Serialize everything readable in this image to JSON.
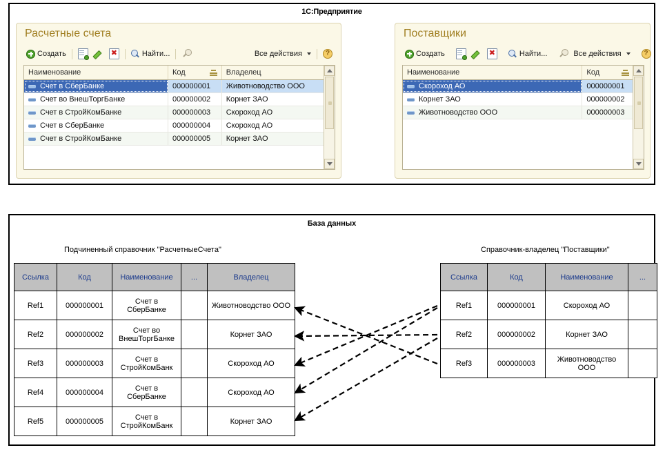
{
  "top_window": {
    "title": "1С:Предприятие",
    "panels": [
      {
        "id": "accounts",
        "title": "Расчетные счета",
        "toolbar": {
          "create_label": "Создать",
          "copy_icon": "copy-icon",
          "edit_icon": "pencil-icon",
          "delete_icon": "delete-icon",
          "find_label": "Найти...",
          "cancel_find_icon": "cancel-find-icon",
          "all_actions_label": "Все действия",
          "help_label": "?"
        },
        "columns": [
          "Наименование",
          "Код",
          "Владелец"
        ],
        "rows": [
          {
            "name": "Счет в СберБанке",
            "code": "000000001",
            "owner": "Животноводство ООО",
            "selected": true
          },
          {
            "name": "Счет во ВнешТоргБанке",
            "code": "000000002",
            "owner": "Корнет ЗАО",
            "selected": false
          },
          {
            "name": "Счет в СтройКомБанке",
            "code": "000000003",
            "owner": "Скороход АО",
            "selected": false
          },
          {
            "name": "Счет в СберБанке",
            "code": "000000004",
            "owner": "Скороход АО",
            "selected": false
          },
          {
            "name": "Счет в СтройКомБанке",
            "code": "000000005",
            "owner": "Корнет ЗАО",
            "selected": false
          }
        ]
      },
      {
        "id": "suppliers",
        "title": "Поставщики",
        "toolbar": {
          "create_label": "Создать",
          "copy_icon": "copy-icon",
          "edit_icon": "pencil-icon",
          "delete_icon": "delete-icon",
          "find_label": "Найти...",
          "cancel_find_icon": "cancel-find-icon",
          "all_actions_label": "Все действия",
          "help_label": "?"
        },
        "columns": [
          "Наименование",
          "Код"
        ],
        "rows": [
          {
            "name": "Скороход АО",
            "code": "000000001",
            "selected": true
          },
          {
            "name": "Корнет ЗАО",
            "code": "000000002",
            "selected": false
          },
          {
            "name": "Животноводство ООО",
            "code": "000000003",
            "selected": false
          }
        ]
      }
    ]
  },
  "db_window": {
    "title": "База данных",
    "left_caption": "Подчиненный справочник \"РасчетныеСчета\"",
    "right_caption": "Справочник-владелец \"Поставщики\"",
    "left_table": {
      "headers": [
        "Ссылка",
        "Код",
        "Наименование",
        "...",
        "Владелец"
      ],
      "highlight_header_index": 4,
      "highlight_color": "#fb9a74",
      "header_bg": "#c0c0c0",
      "rows": [
        {
          "ref": "Ref1",
          "code": "000000001",
          "name": "Счет в СберБанке",
          "dots": "",
          "owner": "Животноводство ООО"
        },
        {
          "ref": "Ref2",
          "code": "000000002",
          "name": "Счет во ВнешТоргБанке",
          "dots": "",
          "owner": "Корнет ЗАО"
        },
        {
          "ref": "Ref3",
          "code": "000000003",
          "name": "Счет в СтройКомБанк",
          "dots": "",
          "owner": "Скороход АО"
        },
        {
          "ref": "Ref4",
          "code": "000000004",
          "name": "Счет в СберБанке",
          "dots": "",
          "owner": "Скороход АО"
        },
        {
          "ref": "Ref5",
          "code": "000000005",
          "name": "Счет в СтройКомБанк",
          "dots": "",
          "owner": "Корнет ЗАО"
        }
      ]
    },
    "right_table": {
      "headers": [
        "Ссылка",
        "Код",
        "Наименование",
        "..."
      ],
      "header_bg": "#c0c0c0",
      "rows": [
        {
          "ref": "Ref1",
          "code": "000000001",
          "name": "Скороход АО",
          "dots": ""
        },
        {
          "ref": "Ref2",
          "code": "000000002",
          "name": "Корнет ЗАО",
          "dots": ""
        },
        {
          "ref": "Ref3",
          "code": "000000003",
          "name": "Животноводство ООО",
          "dots": ""
        }
      ]
    },
    "links": [
      {
        "from_right_ref": "Ref3",
        "to_left_ref": "Ref1"
      },
      {
        "from_right_ref": "Ref2",
        "to_left_ref": "Ref2"
      },
      {
        "from_right_ref": "Ref1",
        "to_left_ref": "Ref3"
      },
      {
        "from_right_ref": "Ref1",
        "to_left_ref": "Ref4"
      },
      {
        "from_right_ref": "Ref2",
        "to_left_ref": "Ref5"
      }
    ]
  }
}
